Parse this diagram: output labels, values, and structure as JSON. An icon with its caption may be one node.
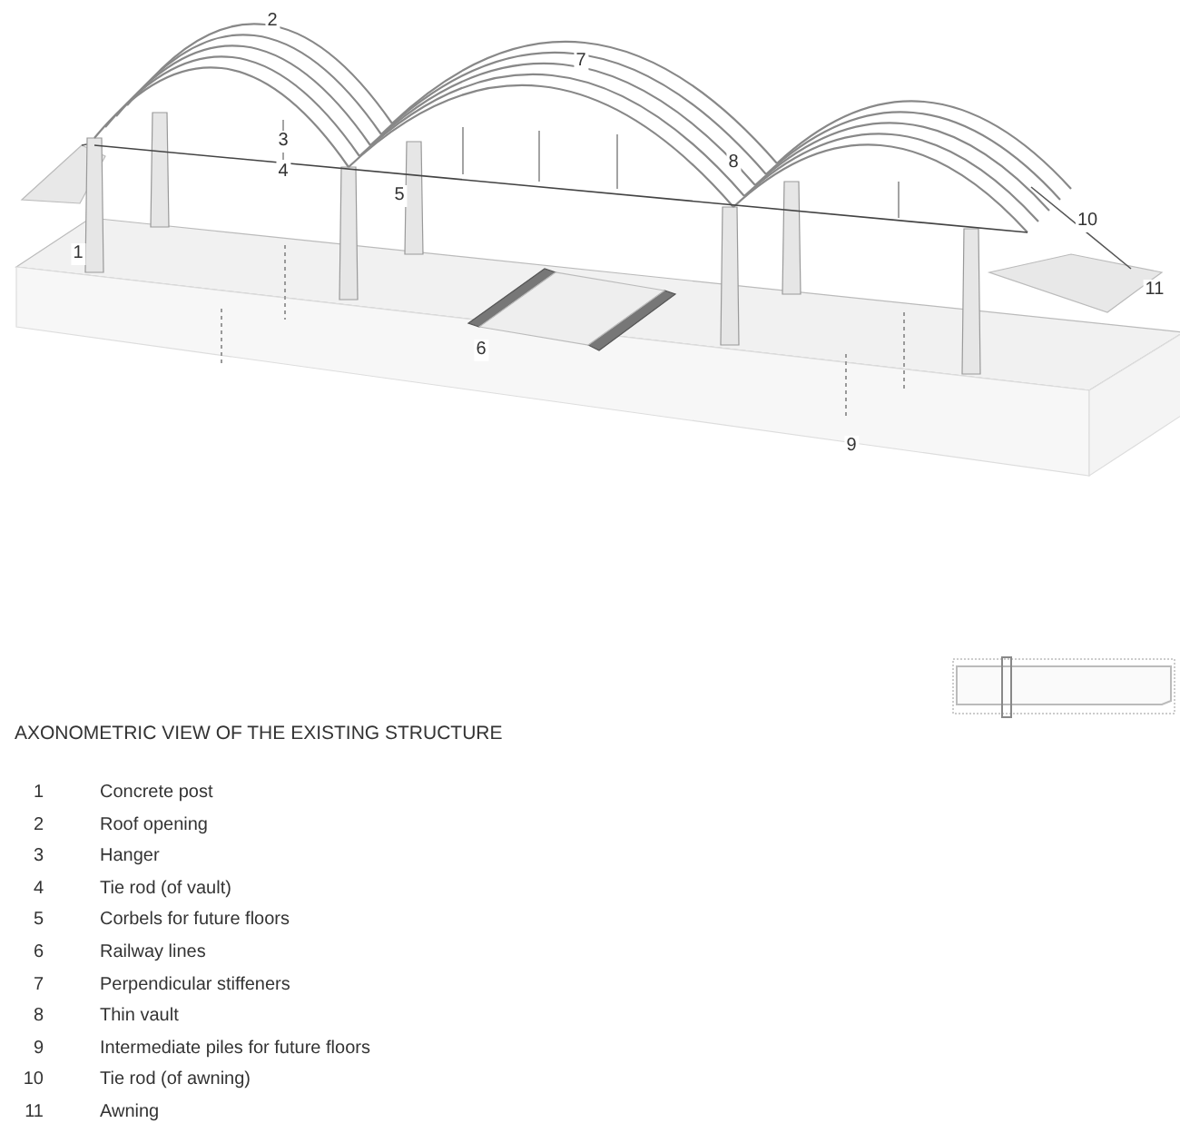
{
  "diagram": {
    "title": "AXONOMETRIC VIEW OF THE EXISTING STRUCTURE",
    "labels": [
      "2",
      "7",
      "3",
      "4",
      "8",
      "5",
      "10",
      "1",
      "11",
      "6",
      "9",
      "1",
      "Concrete post",
      "2",
      "Roof opening",
      "3",
      "Hanger",
      "4",
      "Tie rod (of vault)",
      "5",
      "Corbels for future floors",
      "6",
      "Railway lines",
      "7",
      "Perpendicular stiffeners",
      "8",
      "Thin vault",
      "9",
      "Intermediate piles for future floors",
      "10",
      "Tie rod (of awning)",
      "11",
      "Awning"
    ]
  }
}
